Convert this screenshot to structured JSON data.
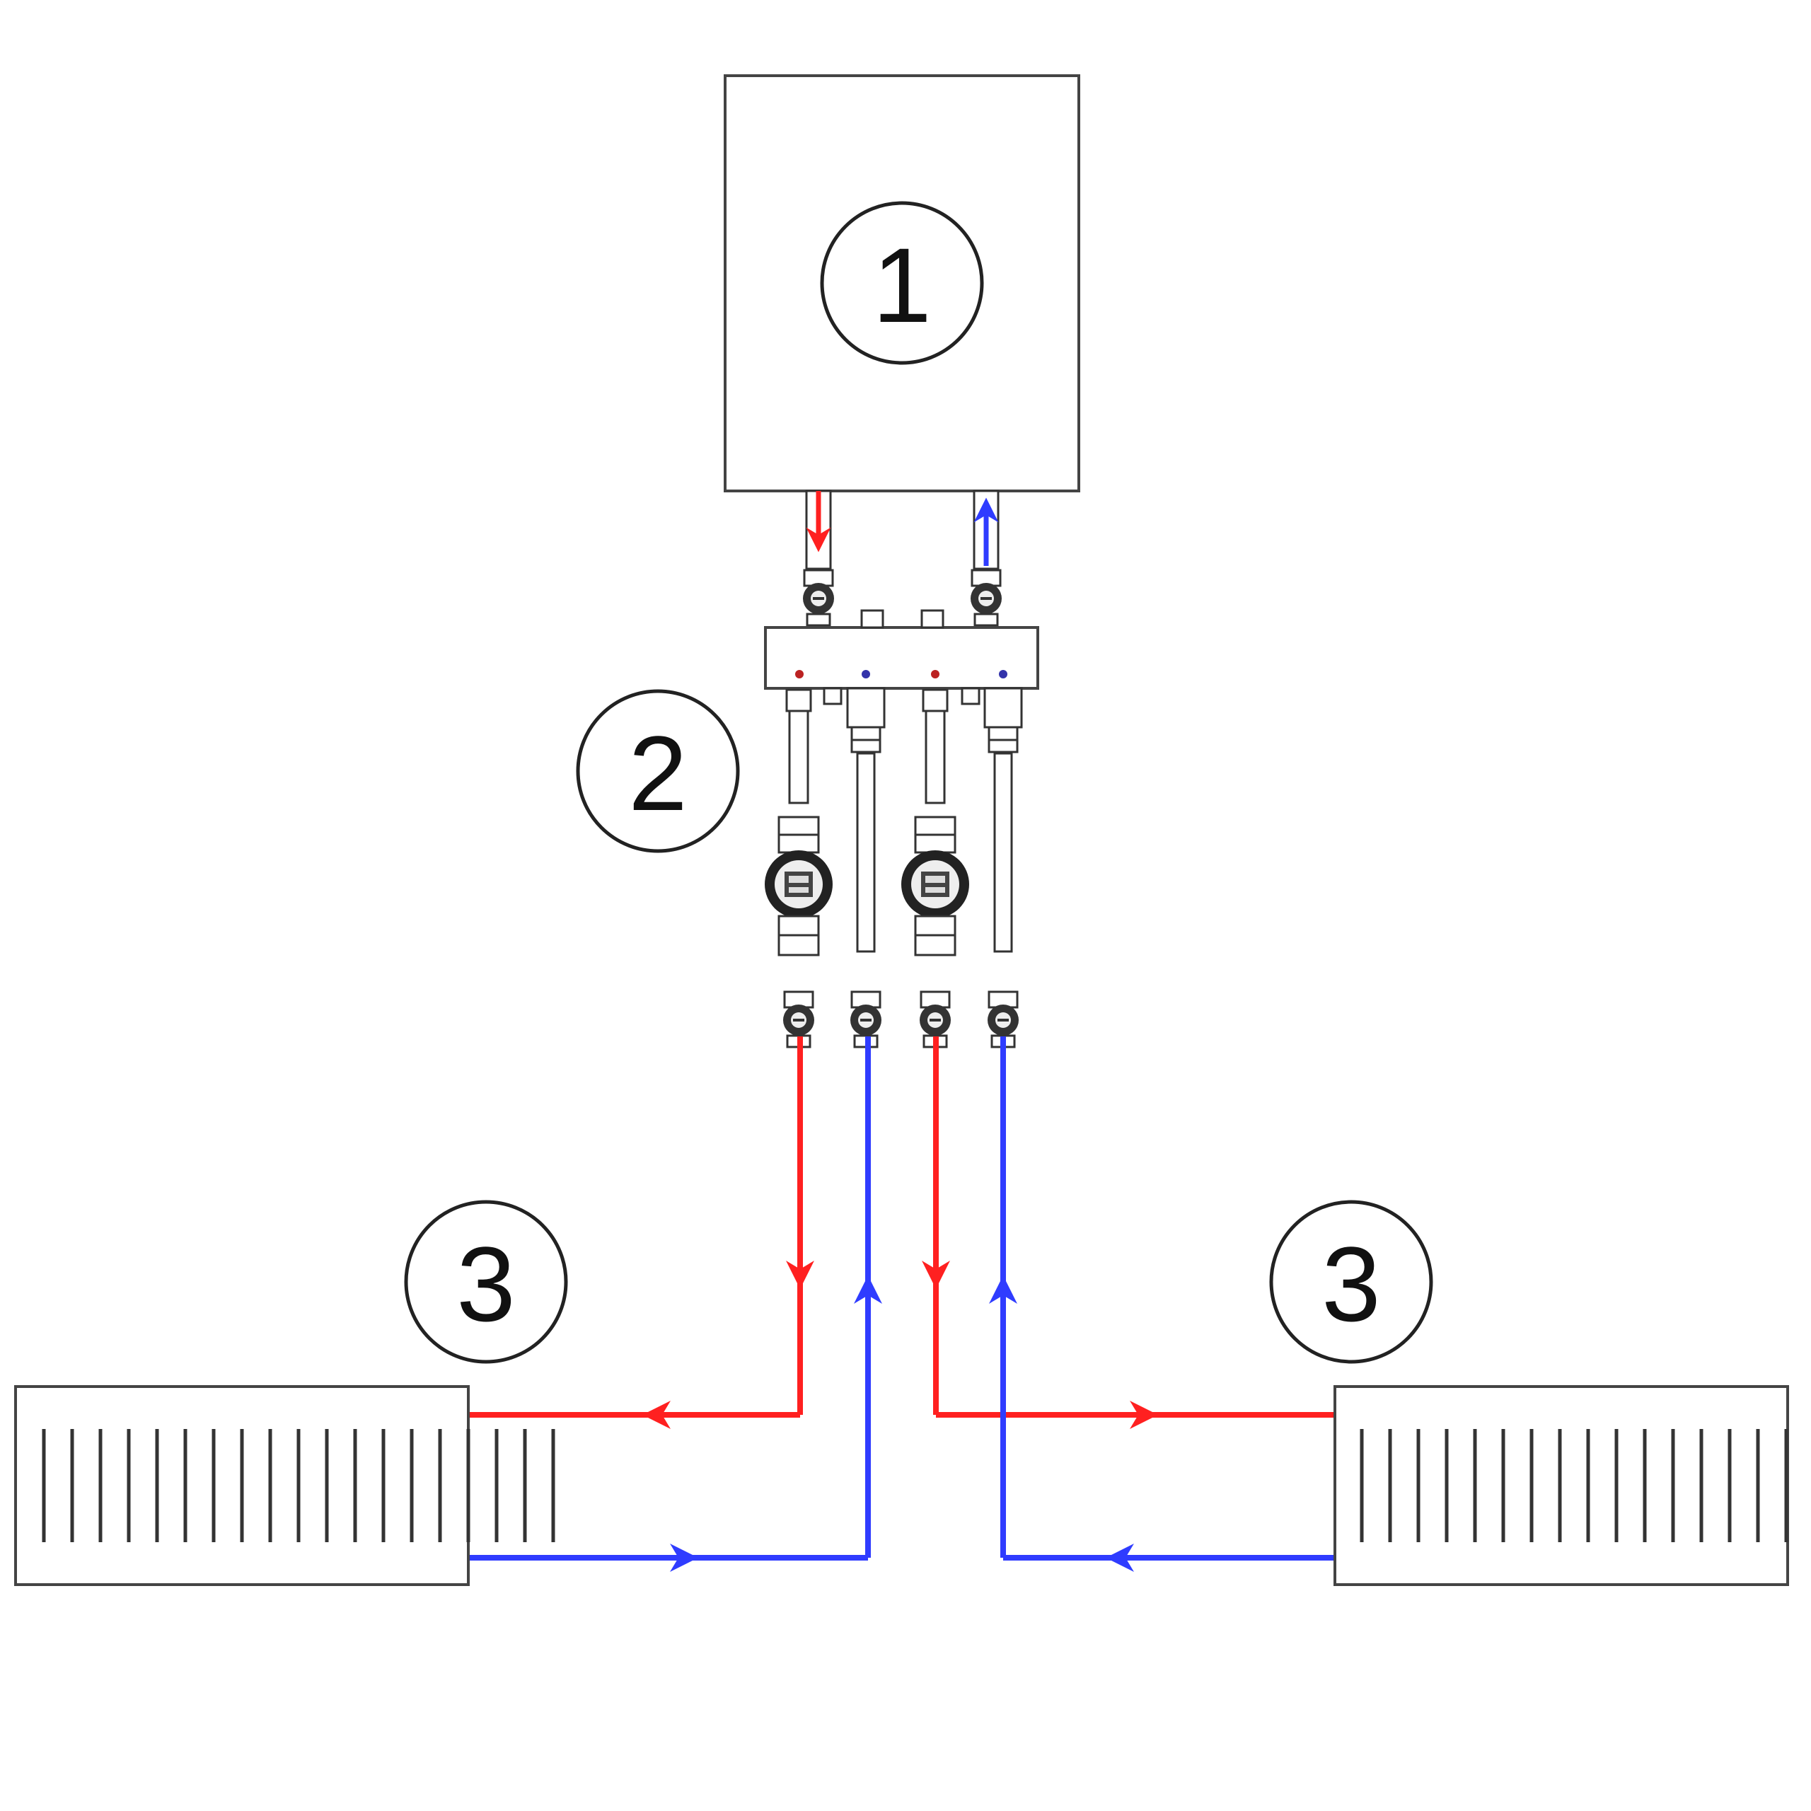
{
  "colors": {
    "supply": "#ff2020",
    "return": "#2f3cff",
    "outline": "#444444",
    "background": "#ffffff"
  },
  "labels": {
    "boiler": "1",
    "manifold": "2",
    "radiator_left": "3",
    "radiator_right": "3"
  }
}
